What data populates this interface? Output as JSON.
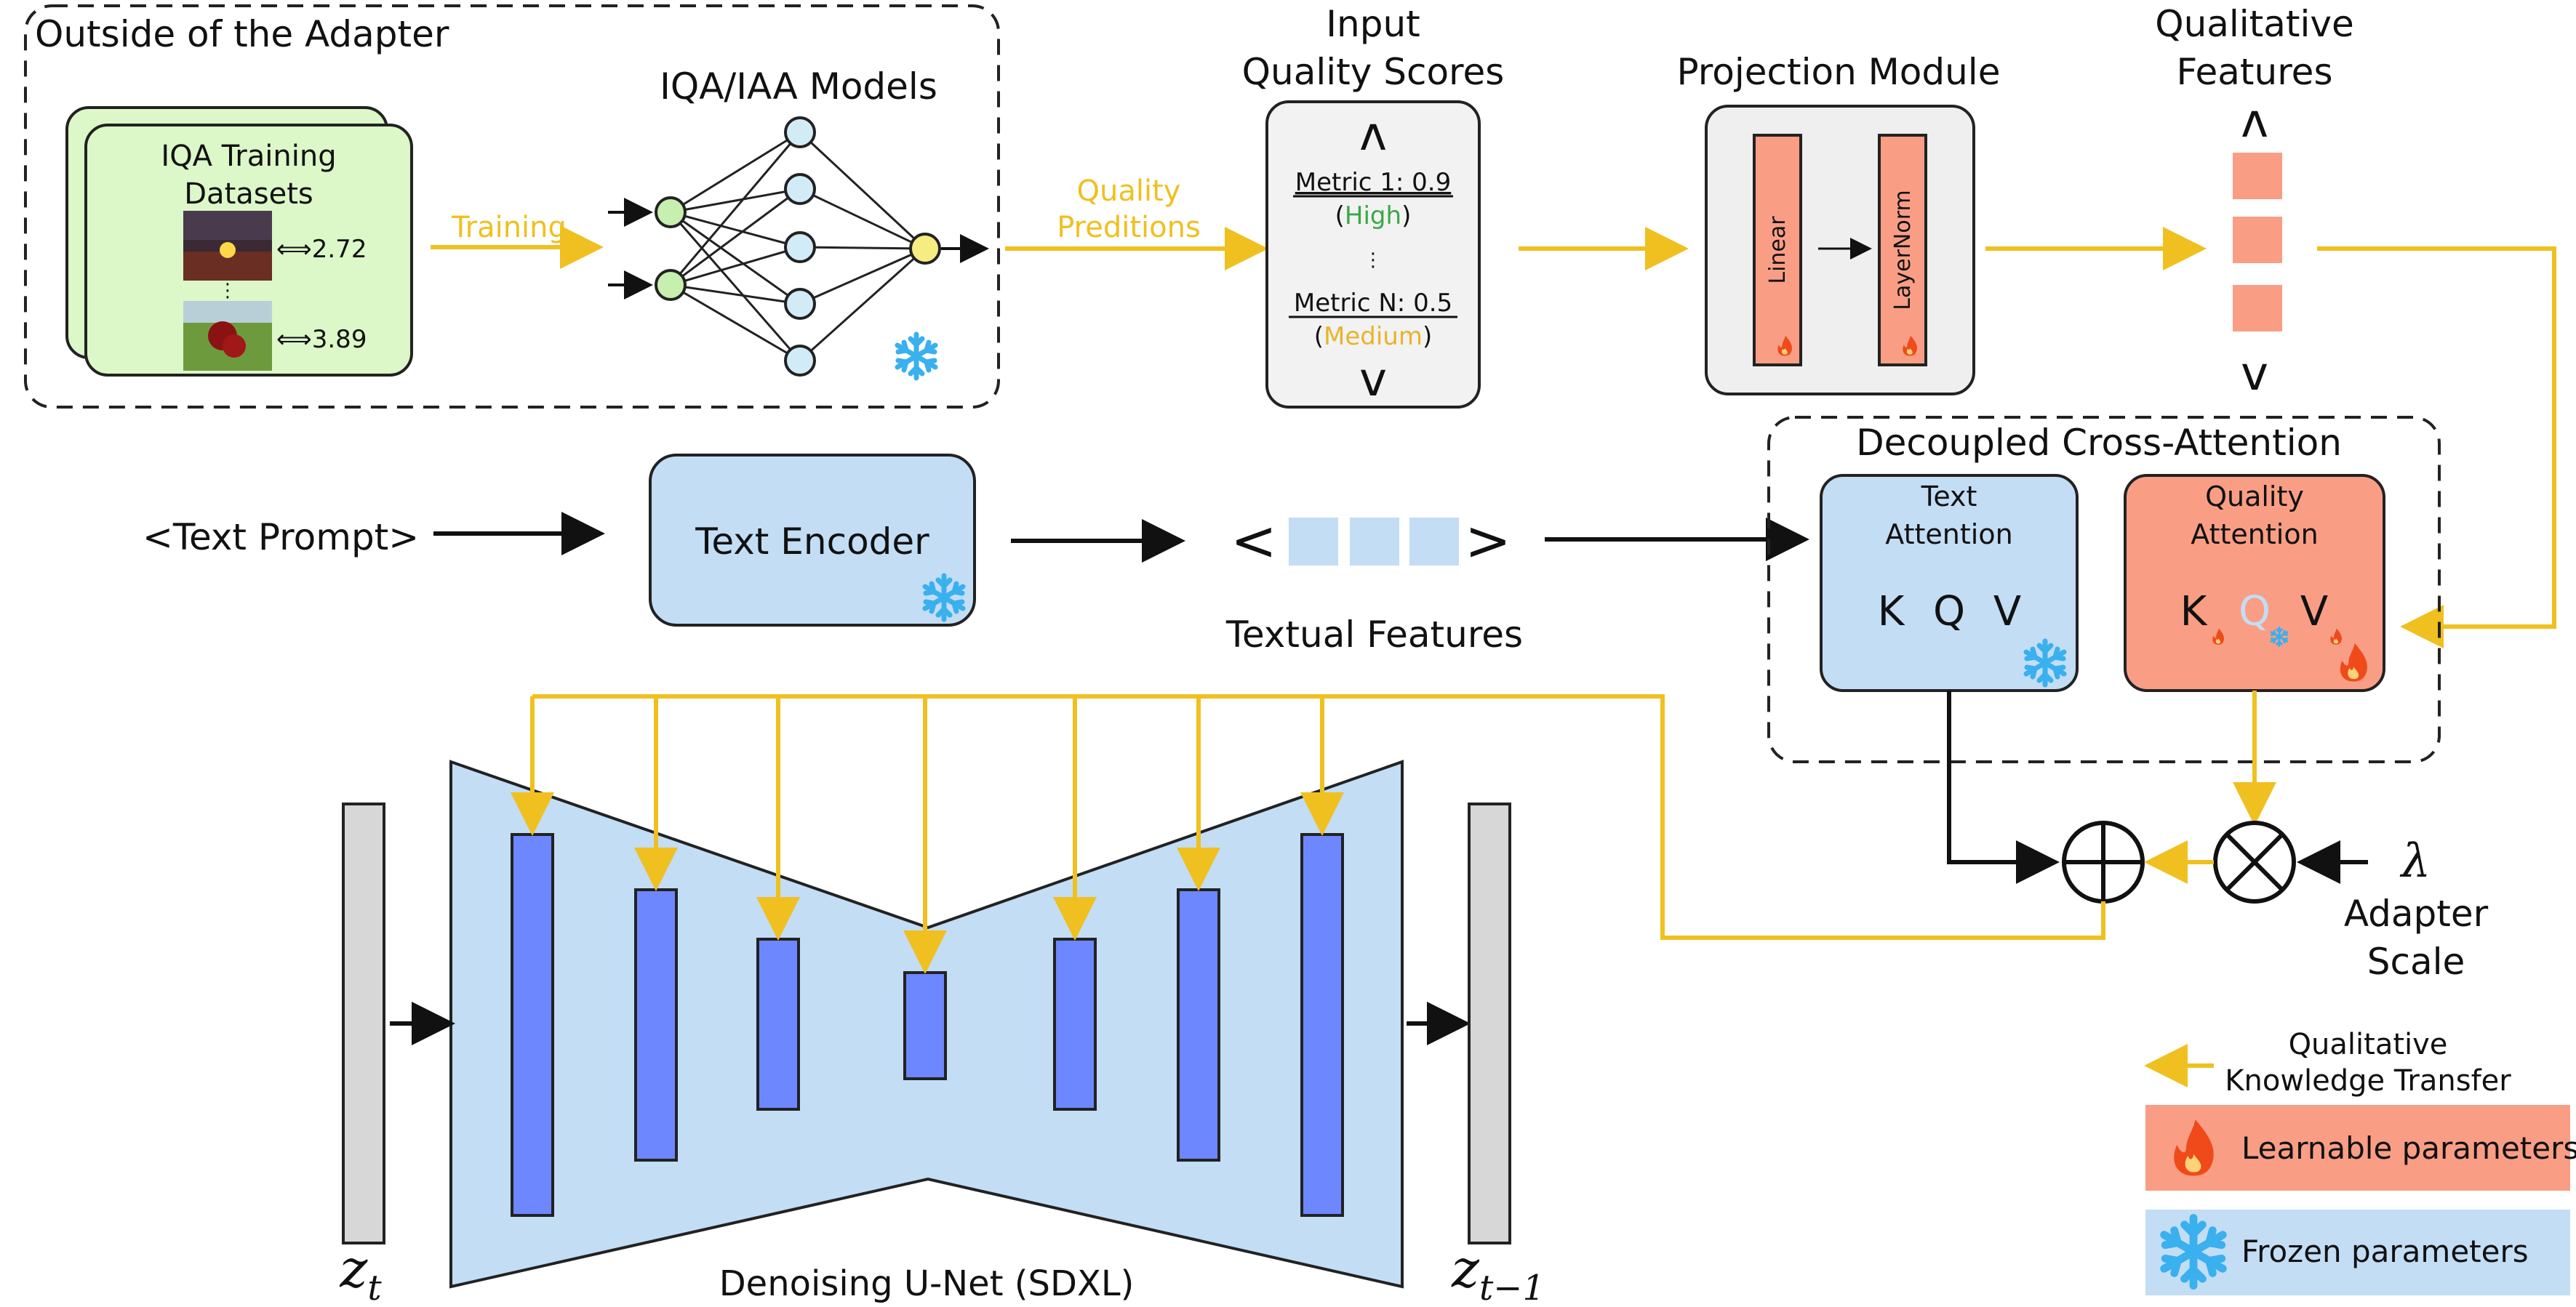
{
  "outside": {
    "title": "Outside of the Adapter",
    "datasets_title_1": "IQA Training",
    "datasets_title_2": "Datasets",
    "score_1": "⟺2.72",
    "score_2": "⟺3.89",
    "training_label": "Training",
    "models_title": "IQA/IAA Models"
  },
  "quality_predictions": {
    "line1": "Quality",
    "line2": "Preditions"
  },
  "input_scores": {
    "title_1": "Input",
    "title_2": "Quality Scores",
    "metric_1": "Metric 1: 0.9",
    "metric_1_level": "High",
    "metric_n": "Metric N: 0.5",
    "metric_n_level": "Medium",
    "ellipsis": "⋮"
  },
  "projection": {
    "title": "Projection Module",
    "linear": "Linear",
    "layernorm": "LayerNorm"
  },
  "qualitative": {
    "title_1": "Qualitative",
    "title_2": "Features"
  },
  "text_prompt": "<Text Prompt>",
  "text_encoder": "Text Encoder",
  "textual_features": "Textual Features",
  "cross_attention": {
    "title": "Decoupled Cross-Attention",
    "text_attn_1": "Text",
    "text_attn_2": "Attention",
    "quality_attn_1": "Quality",
    "quality_attn_2": "Attention",
    "k": "K",
    "q": "Q",
    "v": "V"
  },
  "adapter_scale": {
    "symbol": "λ",
    "line1": "Adapter",
    "line2": "Scale"
  },
  "unet_label": "Denoising U-Net (SDXL)",
  "z_t": "z",
  "z_t_sub": "t",
  "z_t1": "z",
  "z_t1_sub": "t−1",
  "legend": {
    "transfer_1": "Qualitative",
    "transfer_2": "Knowledge Transfer",
    "learnable": "Learnable parameters",
    "frozen": "Frozen parameters"
  },
  "colors": {
    "yellow": "#f0c020",
    "light_blue": "#c3ddf5",
    "salmon": "#f99e85",
    "green_box": "#dcf7c8",
    "blue_block": "#6d87ff",
    "grey_block": "#d7d7d7",
    "high_green": "#3aa845",
    "medium_yellow": "#e8b42c",
    "fire": "#f04a1a",
    "snow": "#3ab0ee"
  }
}
